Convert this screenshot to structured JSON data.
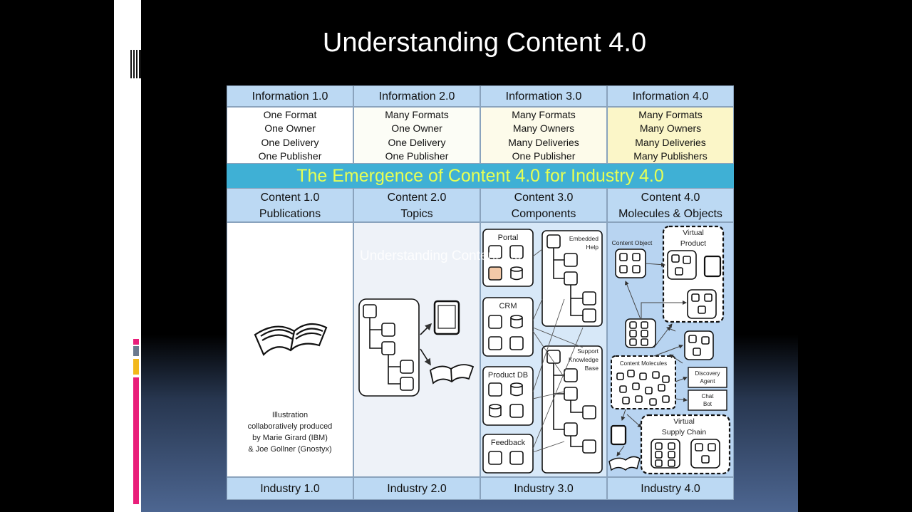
{
  "slide": {
    "title": "Understanding Content 4.0",
    "ghost_text": "Understanding Content 4.0"
  },
  "colors": {
    "header_blue": "#bcd9f3",
    "banner_teal": "#3fb0d5",
    "banner_text": "#e6ff55",
    "info4_yellow": "#fbf6c8",
    "accent_pink": "#e91e7a",
    "accent_yellow": "#f2b81c"
  },
  "info_columns": [
    {
      "title": "Information 1.0",
      "lines": [
        "One Format",
        "One Owner",
        "One Delivery",
        "One Publisher"
      ]
    },
    {
      "title": "Information 2.0",
      "lines": [
        "Many Formats",
        "One Owner",
        "One Delivery",
        "One Publisher"
      ]
    },
    {
      "title": "Information 3.0",
      "lines": [
        "Many Formats",
        "Many Owners",
        "Many Deliveries",
        "One Publisher"
      ]
    },
    {
      "title": "Information 4.0",
      "lines": [
        "Many Formats",
        "Many Owners",
        "Many Deliveries",
        "Many Publishers"
      ]
    }
  ],
  "banner": "The Emergence of Content 4.0 for Industry 4.0",
  "content_columns": [
    {
      "title": "Content 1.0",
      "subtitle": "Publications"
    },
    {
      "title": "Content 2.0",
      "subtitle": "Topics"
    },
    {
      "title": "Content 3.0",
      "subtitle": "Components"
    },
    {
      "title": "Content 4.0",
      "subtitle": "Molecules & Objects"
    }
  ],
  "industry": [
    "Industry 1.0",
    "Industry 2.0",
    "Industry 3.0",
    "Industry 4.0"
  ],
  "credit": [
    "Illustration",
    "collaboratively produced",
    "by Marie Girard (IBM)",
    "& Joe Gollner (Gnostyx)"
  ],
  "components": {
    "portal": "Portal",
    "crm": "CRM",
    "product_db": "Product DB",
    "feedback": "Feedback",
    "embedded_help": [
      "Embedded",
      "Help"
    ],
    "support_kb": [
      "Support",
      "Knowledge",
      "Base"
    ]
  },
  "molecules": {
    "content_object": "Content Object",
    "virtual_product": [
      "Virtual",
      "Product"
    ],
    "content_molecules": "Content Molecules",
    "discovery_agent": [
      "Discovery",
      "Agent"
    ],
    "chat_bot": [
      "Chat",
      "Bot"
    ],
    "virtual_supply_chain": [
      "Virtual",
      "Supply Chain"
    ]
  }
}
